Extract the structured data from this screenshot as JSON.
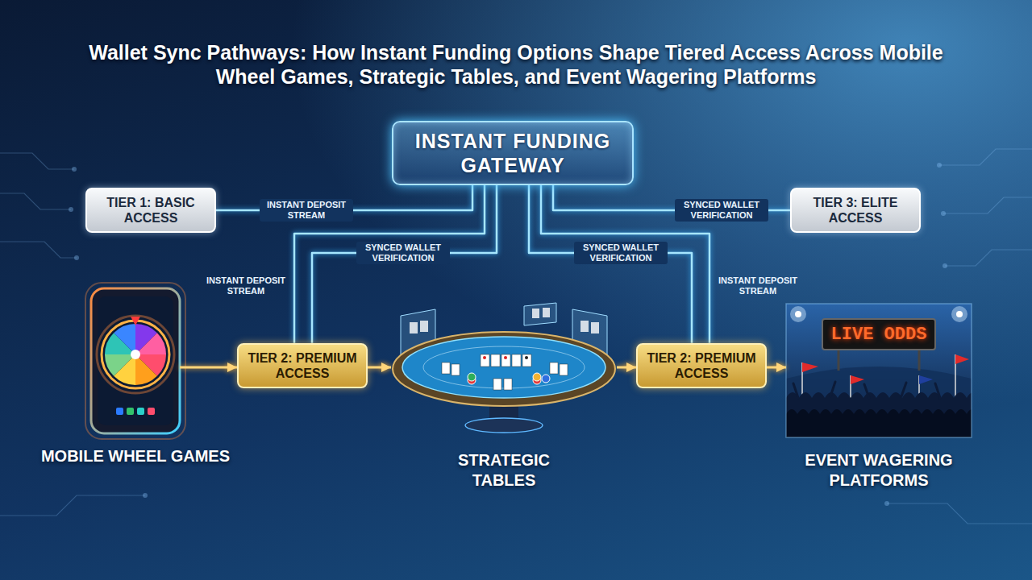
{
  "diagram": {
    "title": "Wallet Sync Pathways: How Instant Funding Options Shape Tiered Access Across Mobile Wheel Games, Strategic Tables, and Event Wagering Platforms",
    "nodes": [
      {
        "text": [
          "INSTANT FUNDING GATEWAY"
        ]
      },
      {
        "text": [
          "TIER 1: BASIC ACCESS"
        ]
      },
      {
        "text": [
          "TIER 3: ELITE ACCESS"
        ]
      },
      {
        "text": [
          "MOBILE WHEEL GAMES"
        ]
      },
      {
        "text": [
          "TIER 2: PREMIUM ACCESS"
        ]
      },
      {
        "text": [
          "STRATEGIC TABLES"
        ]
      },
      {
        "text": [
          "TIER 2: PREMIUM ACCESS"
        ]
      },
      {
        "text": [
          "EVENT WAGERING PLATFORMS"
        ]
      }
    ],
    "edges": [
      {
        "from": 0,
        "to": 1,
        "label": "INSTANT DEPOSIT STREAM",
        "arrow": "none"
      },
      {
        "from": 0,
        "to": 2,
        "label": "SYNCED WALLET VERIFICATION",
        "arrow": "none"
      },
      {
        "from": 0,
        "to": 4,
        "label": "SYNCED WALLET VERIFICATION",
        "arrow": "none"
      },
      {
        "from": 0,
        "to": 4,
        "label": "INSTANT DEPOSIT STREAM",
        "arrow": "none"
      },
      {
        "from": 0,
        "to": 6,
        "label": "SYNCED WALLET VERIFICATION",
        "arrow": "none"
      },
      {
        "from": 0,
        "to": 6,
        "label": "INSTANT DEPOSIT STREAM",
        "arrow": "none"
      },
      {
        "from": 3,
        "to": 4,
        "arrow": "to"
      },
      {
        "from": 4,
        "to": 5,
        "arrow": "to"
      },
      {
        "from": 5,
        "to": 6,
        "arrow": "to"
      },
      {
        "from": 6,
        "to": 7,
        "arrow": "to"
      }
    ],
    "labels": [
      "LIVE ODDS"
    ]
  }
}
